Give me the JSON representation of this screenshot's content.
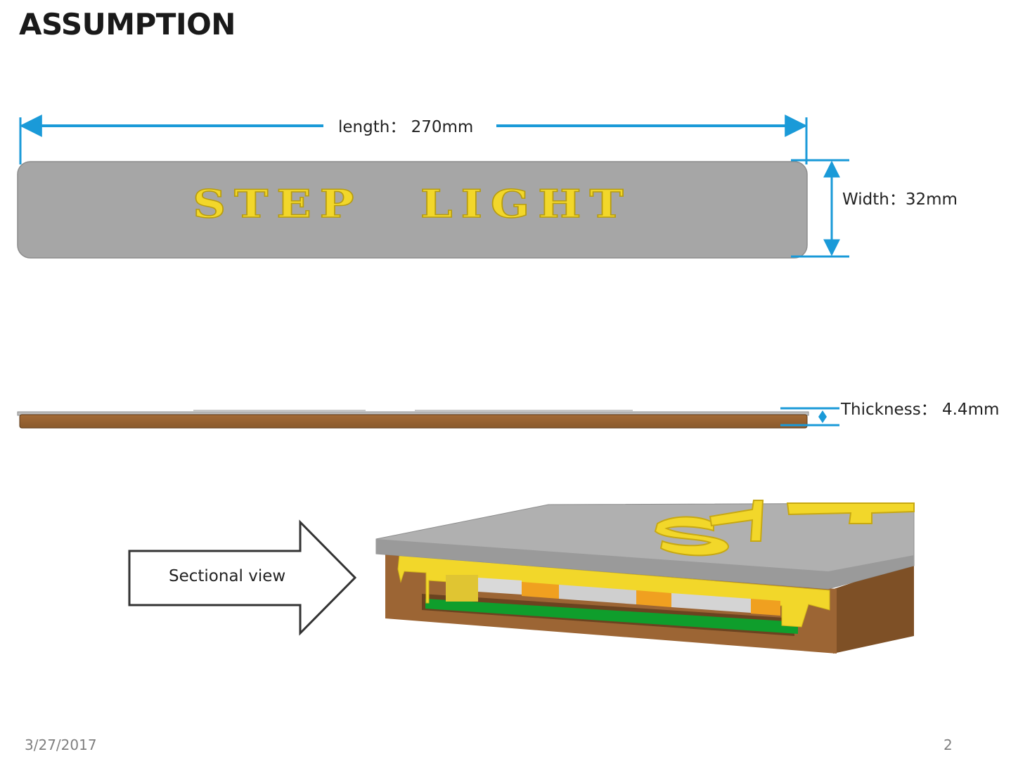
{
  "slide": {
    "title": "ASSUMPTION",
    "date": "3/27/2017",
    "page_number": "2"
  },
  "top_view": {
    "product_text": "STEP LIGHT",
    "length_label": "length： 270mm",
    "width_label": "Width：32mm"
  },
  "side_view": {
    "thickness_label": "Thickness： 4.4mm"
  },
  "section": {
    "arrow_label": "Sectional view",
    "visible_letters": "STE"
  },
  "colors": {
    "dimension_line": "#1a9ad8",
    "plate_gray": "#a6a6a6",
    "letter_yellow": "#f2d72a",
    "housing_brown": "#9c6534",
    "pcb_green": "#0f9e2c",
    "led_orange": "#f0a020"
  }
}
